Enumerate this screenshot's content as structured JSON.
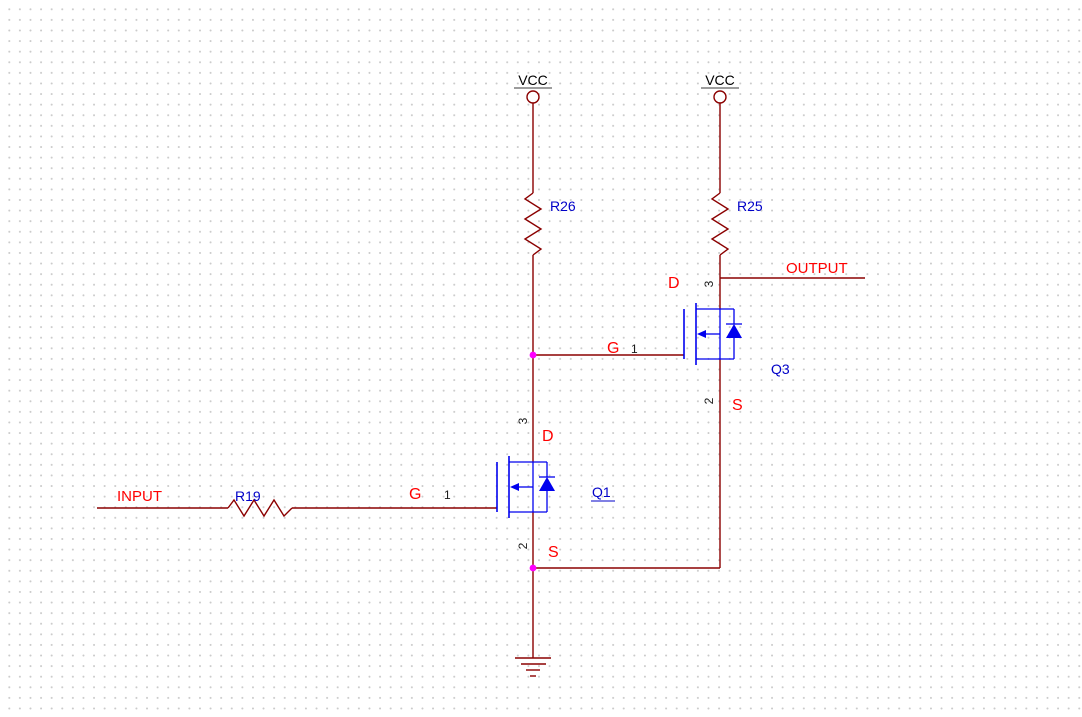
{
  "power": {
    "vcc_left": "VCC",
    "vcc_right": "VCC"
  },
  "nets": {
    "input": "INPUT",
    "output": "OUTPUT"
  },
  "resistors": {
    "r19": "R19",
    "r26": "R26",
    "r25": "R25"
  },
  "transistors": {
    "q1": {
      "designator": "Q1",
      "gate": "G",
      "drain": "D",
      "source": "S",
      "pin_gate": "1",
      "pin_drain": "3",
      "pin_source": "2"
    },
    "q3": {
      "designator": "Q3",
      "gate": "G",
      "drain": "D",
      "source": "S",
      "pin_gate": "1",
      "pin_drain": "3",
      "pin_source": "2"
    }
  },
  "colors": {
    "background": "#FFFFFF",
    "grid_dot": "#CBCBCB",
    "wire": "#8B0000",
    "component_symbol": "#0000EE",
    "terminal_label": "#FF0000",
    "net_label": "#FF0000",
    "designator": "#0000C8",
    "pin_number": "#1A1A1A",
    "power_text": "#000000",
    "junction_dot": "#FF00FF"
  }
}
